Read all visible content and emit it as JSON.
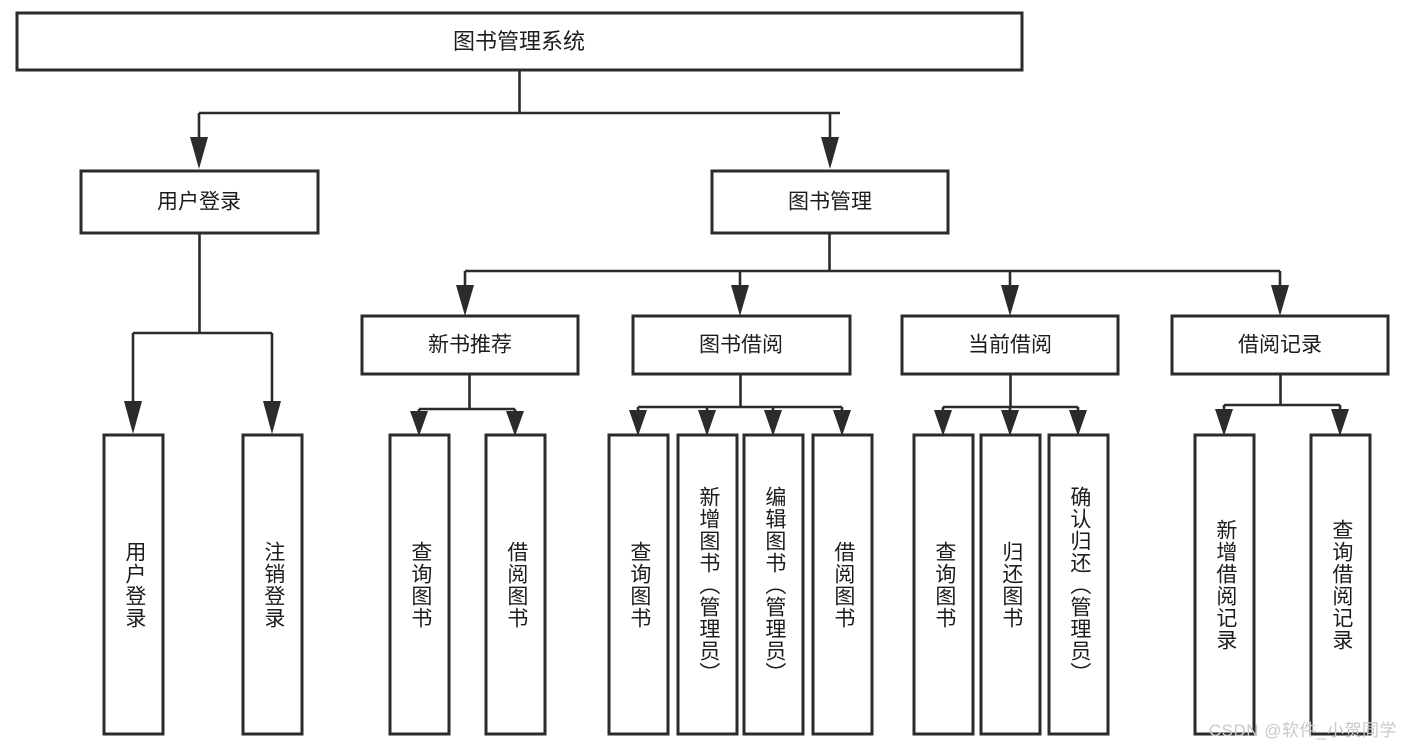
{
  "diagram": {
    "type": "tree",
    "title": "图书管理系统",
    "watermark": "CSDN @软件_小贺同学",
    "root": {
      "id": "root",
      "label": "图书管理系统",
      "orientation": "horizontal"
    },
    "level2": [
      {
        "id": "user-login",
        "label": "用户登录",
        "orientation": "horizontal"
      },
      {
        "id": "book-manage",
        "label": "图书管理",
        "orientation": "horizontal"
      }
    ],
    "level3": [
      {
        "id": "new-book-recommend",
        "label": "新书推荐",
        "orientation": "horizontal",
        "parent": "book-manage"
      },
      {
        "id": "book-borrow",
        "label": "图书借阅",
        "orientation": "horizontal",
        "parent": "book-manage"
      },
      {
        "id": "current-borrow",
        "label": "当前借阅",
        "orientation": "horizontal",
        "parent": "book-manage"
      },
      {
        "id": "borrow-record",
        "label": "借阅记录",
        "orientation": "horizontal",
        "parent": "book-manage"
      }
    ],
    "leaves": [
      {
        "id": "leaf-user-login",
        "label": "用户登录",
        "orientation": "vertical",
        "parent": "user-login"
      },
      {
        "id": "leaf-logout",
        "label": "注销登录",
        "orientation": "vertical",
        "parent": "user-login"
      },
      {
        "id": "leaf-query-book-1",
        "label": "查询图书",
        "orientation": "vertical",
        "parent": "new-book-recommend"
      },
      {
        "id": "leaf-borrow-book-1",
        "label": "借阅图书",
        "orientation": "vertical",
        "parent": "new-book-recommend"
      },
      {
        "id": "leaf-query-book-2",
        "label": "查询图书",
        "orientation": "vertical",
        "parent": "book-borrow"
      },
      {
        "id": "leaf-add-book",
        "label": "新增图书（管理员）",
        "orientation": "vertical",
        "parent": "book-borrow"
      },
      {
        "id": "leaf-edit-book",
        "label": "编辑图书（管理员）",
        "orientation": "vertical",
        "parent": "book-borrow"
      },
      {
        "id": "leaf-borrow-book-2",
        "label": "借阅图书",
        "orientation": "vertical",
        "parent": "book-borrow"
      },
      {
        "id": "leaf-query-book-3",
        "label": "查询图书",
        "orientation": "vertical",
        "parent": "current-borrow"
      },
      {
        "id": "leaf-return-book",
        "label": "归还图书",
        "orientation": "vertical",
        "parent": "current-borrow"
      },
      {
        "id": "leaf-confirm-return",
        "label": "确认归还（管理员）",
        "orientation": "vertical",
        "parent": "current-borrow"
      },
      {
        "id": "leaf-add-record",
        "label": "新增借阅记录",
        "orientation": "vertical",
        "parent": "borrow-record"
      },
      {
        "id": "leaf-query-record",
        "label": "查询借阅记录",
        "orientation": "vertical",
        "parent": "borrow-record"
      }
    ],
    "colors": {
      "stroke": "#2b2b2b",
      "fill": "#ffffff",
      "text": "#1d1d1d",
      "watermark": "#c9c9c9",
      "background": "#ffffff"
    }
  }
}
